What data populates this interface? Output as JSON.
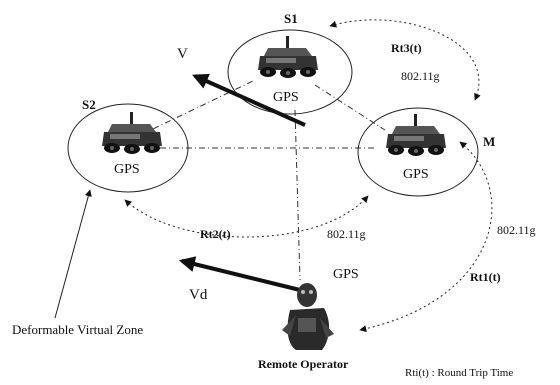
{
  "nodes": {
    "s1": {
      "name": "S1",
      "gps": "GPS"
    },
    "s2": {
      "name": "S2",
      "gps": "GPS"
    },
    "m": {
      "name": "M",
      "gps": "GPS"
    }
  },
  "vectors": {
    "v": "V",
    "vd": "Vd"
  },
  "links": {
    "rt3": "Rt3(t)",
    "rt2": "Rt2(t)",
    "rt1": "Rt1(t)",
    "wifi_s1_m": "802.11g",
    "wifi_s2_m": "802.11g",
    "wifi_m_operator": "802.11g"
  },
  "operator": {
    "gps": "GPS",
    "label": "Remote Operator"
  },
  "zone_label": "Deformable Virtual Zone",
  "legend": "Rti(t) : Round Trip Time"
}
